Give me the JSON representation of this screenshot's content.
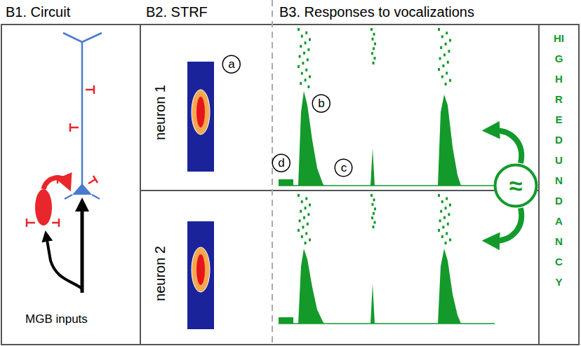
{
  "diagram": {
    "nodes": [
      {
        "text": [
          "a"
        ]
      },
      {
        "text": [
          "b"
        ]
      },
      {
        "text": [
          "c"
        ]
      },
      {
        "text": [
          "d"
        ]
      },
      {
        "text": [
          "≈"
        ]
      }
    ],
    "labels": [
      "B1. Circuit",
      "B2. STRF",
      "B3. Responses to vocalizations",
      "neuron 1",
      "neuron 2",
      "MGB inputs",
      "HIGH REDUNDANCY"
    ]
  }
}
